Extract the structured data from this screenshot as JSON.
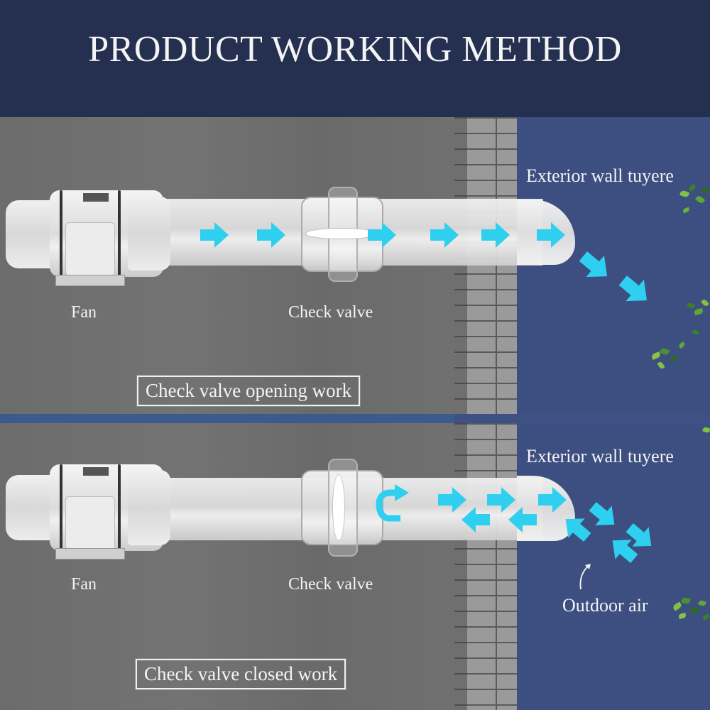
{
  "header": {
    "title": "PRODUCT WORKING METHOD"
  },
  "colors": {
    "header_bg": "#252f4f",
    "sky_bg": "#3d4f80",
    "arrow": "#2fd0ef",
    "concrete": "#6e6e6e",
    "divider": "#3b5b8e"
  },
  "panels": [
    {
      "id": "opening",
      "caption": "Check valve opening work",
      "valve_state": "open",
      "labels": {
        "fan": "Fan",
        "check_valve": "Check valve",
        "exterior_wall_tuyere": "Exterior wall tuyere"
      },
      "airflow": "Air flows from fan through open check valve and out of the exterior wall tuyere",
      "arrows": [
        {
          "name": "airflow-arrow",
          "direction": "right"
        },
        {
          "name": "airflow-arrow",
          "direction": "right"
        },
        {
          "name": "airflow-arrow",
          "direction": "right"
        },
        {
          "name": "airflow-arrow",
          "direction": "right"
        },
        {
          "name": "airflow-arrow",
          "direction": "right"
        },
        {
          "name": "airflow-arrow",
          "direction": "right"
        },
        {
          "name": "exhaust-arrow",
          "direction": "down-right"
        },
        {
          "name": "exhaust-arrow",
          "direction": "down-right"
        }
      ]
    },
    {
      "id": "closed",
      "caption": "Check valve closed work",
      "valve_state": "closed",
      "labels": {
        "fan": "Fan",
        "check_valve": "Check valve",
        "exterior_wall_tuyere": "Exterior wall tuyere",
        "outdoor_air": "Outdoor air"
      },
      "airflow": "Outdoor air enters tuyere, is blocked by closed check valve and turns back",
      "arrows": [
        {
          "name": "u-turn-arrow",
          "direction": "u-turn"
        },
        {
          "name": "airflow-arrow",
          "direction": "right"
        },
        {
          "name": "airflow-arrow",
          "direction": "right"
        },
        {
          "name": "airflow-arrow",
          "direction": "right"
        },
        {
          "name": "backflow-arrow",
          "direction": "left"
        },
        {
          "name": "backflow-arrow",
          "direction": "left"
        },
        {
          "name": "exhaust-arrow",
          "direction": "down-right"
        },
        {
          "name": "exhaust-arrow",
          "direction": "down-right"
        },
        {
          "name": "inflow-arrow",
          "direction": "up-left"
        },
        {
          "name": "inflow-arrow",
          "direction": "up-left"
        }
      ]
    }
  ]
}
